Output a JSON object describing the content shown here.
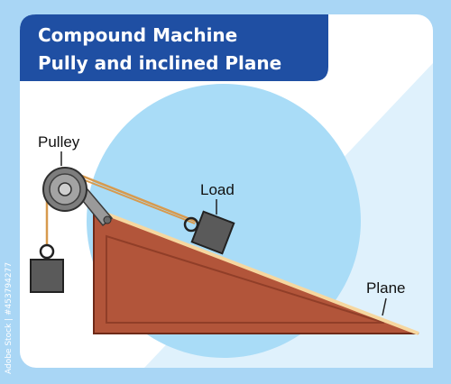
{
  "title": {
    "line1": "Compound Machine",
    "line2": "Pully and inclined Plane"
  },
  "labels": {
    "pulley": "Pulley",
    "load": "Load",
    "plane": "Plane"
  },
  "side_mark": "Adobe Stock | #453794277",
  "colors": {
    "background": "#a9d6f5",
    "panel": "#ffffff",
    "circle": "#a9dcf7",
    "title_banner": "#1f4fa3",
    "plane_fill": "#b2553a",
    "plane_edge": "#7a2f1d",
    "plane_surface": "#f6d7a0",
    "rope": "#d79a4e",
    "weight": "#5a5a5a",
    "pulley_metal": "#7d7d7d"
  }
}
